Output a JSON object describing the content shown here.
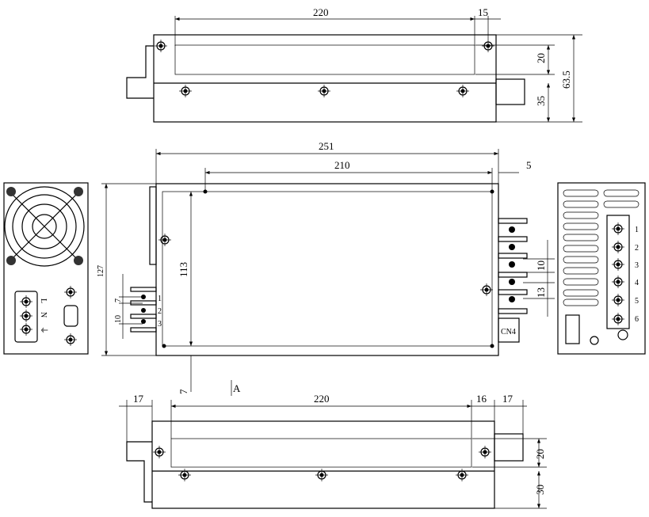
{
  "top_view": {
    "dim_width": "220",
    "dim_edge": "15",
    "dim_hole": "20",
    "dim_height": "63.5",
    "dim_base": "35"
  },
  "front_view": {
    "dim_length": "251",
    "dim_holes": "210",
    "dim_offset": "5",
    "dim_height": "127",
    "dim_inner": "113",
    "dim_pin_pitch": "7",
    "dim_pin_span": "10",
    "pins_left": [
      "1",
      "2",
      "3"
    ],
    "dim_out_a": "10",
    "dim_out_b": "13",
    "dim_bottom": "7",
    "connector": "CN4",
    "section_label": "A"
  },
  "left_panel": {
    "terminal_labels": [
      "L",
      "N",
      "⏚"
    ]
  },
  "right_panel": {
    "terminal_labels": [
      "1",
      "2",
      "3",
      "4",
      "5",
      "6"
    ]
  },
  "bottom_view": {
    "dim_left": "17",
    "dim_width": "220",
    "dim_edge": "16",
    "dim_right": "17",
    "dim_hole": "20",
    "dim_base": "30"
  }
}
